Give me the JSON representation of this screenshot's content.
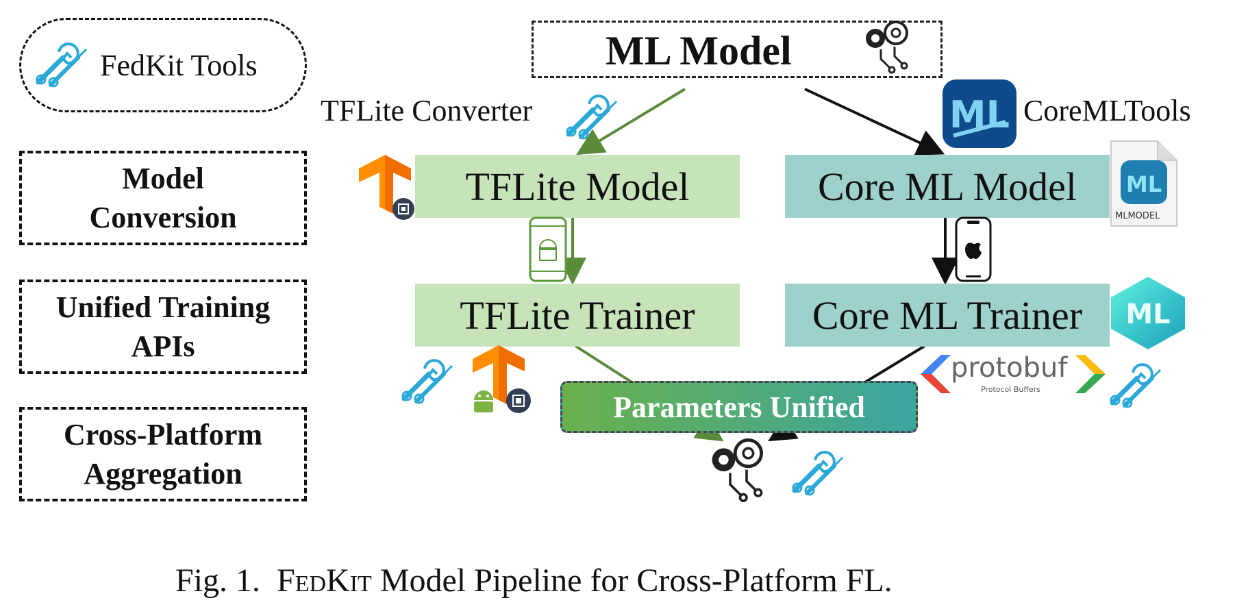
{
  "legend": {
    "tools_label": "FedKit Tools",
    "model_conversion": [
      "Model",
      "Conversion"
    ],
    "unified_training": [
      "Unified Training",
      "APIs"
    ],
    "cross_platform": [
      "Cross-Platform",
      "Aggregation"
    ]
  },
  "pipeline": {
    "ml_model": "ML Model",
    "tflite_converter": "TFLite Converter",
    "coreml_tools": "CoreMLTools",
    "tflite_model": "TFLite Model",
    "coreml_model": "Core ML Model",
    "mlmodel_file_label": "MLMODEL",
    "tflite_trainer": "TFLite Trainer",
    "coreml_trainer": "Core ML Trainer",
    "parameters_unified": "Parameters Unified",
    "protobuf_brand": "protobuf",
    "protobuf_sub": "Protocol Buffers"
  },
  "caption": {
    "prefix": "Fig. 1.",
    "brand": "FedKit",
    "rest": " Model Pipeline for Cross-Platform FL."
  },
  "colors": {
    "green_node": "#c7e3b9",
    "teal_node": "#9fd1cc",
    "green_arrow": "#5a8a3a",
    "tool_icon": "#2aa8d8",
    "tf_orange": "#ff8f00"
  },
  "icons": [
    "wrench-screwdriver-icon",
    "gears-circuit-icon",
    "tensorflow-logo-icon",
    "chip-icon",
    "coreml-logo-icon",
    "mlmodel-file-icon",
    "android-phone-icon",
    "iphone-icon",
    "android-robot-icon",
    "protobuf-logo-icon"
  ]
}
